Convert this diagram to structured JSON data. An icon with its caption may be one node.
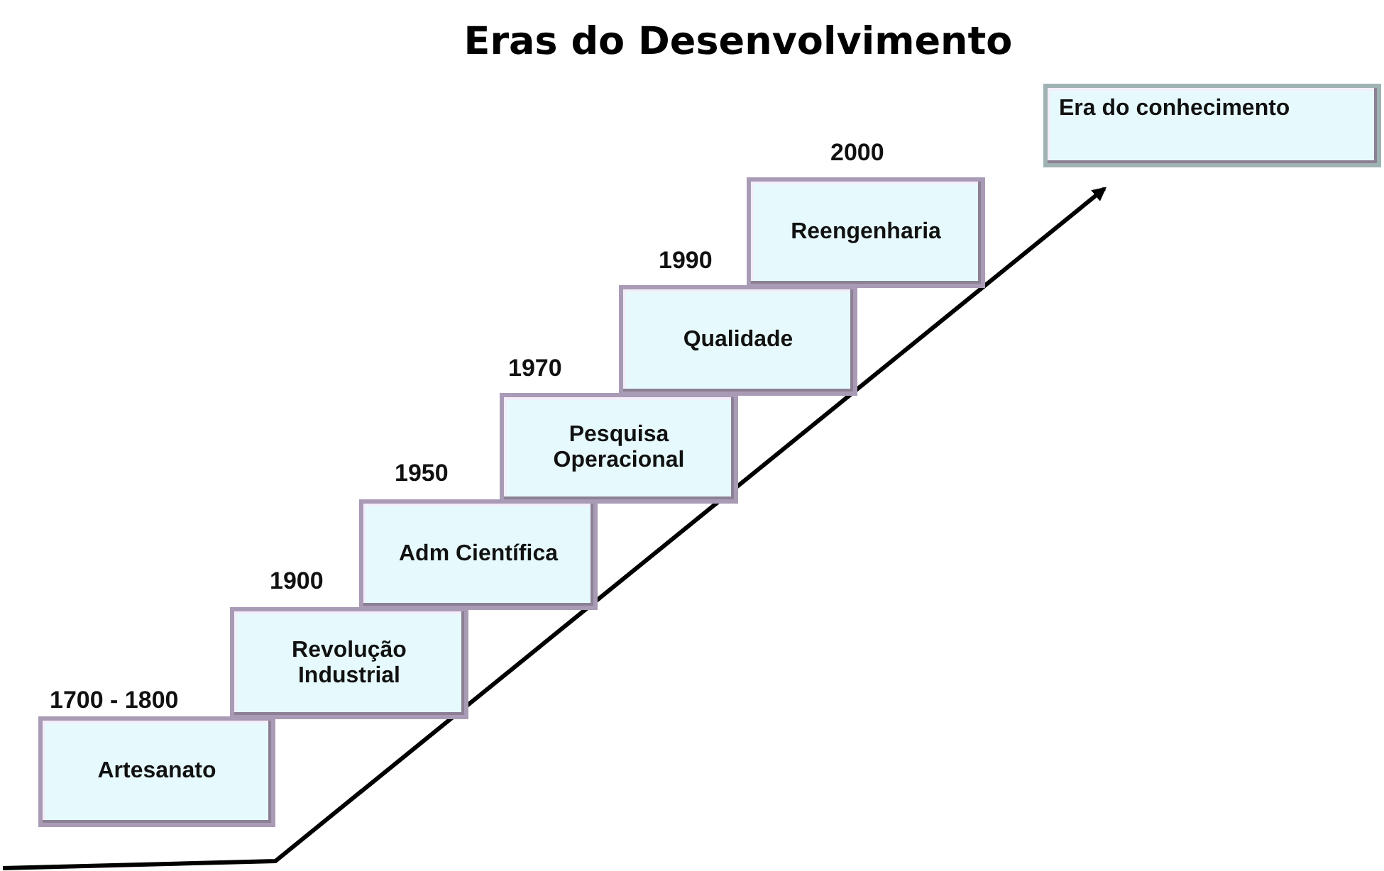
{
  "diagram": {
    "title": "Eras do Desenvolvimento",
    "nodes": [
      {
        "text": [
          "Artesanato"
        ],
        "beside": [
          "1700 - 1800"
        ]
      },
      {
        "text": [
          "Revolução Industrial"
        ],
        "beside": [
          "1900"
        ]
      },
      {
        "text": [
          "Adm Científica"
        ],
        "beside": [
          "1950"
        ]
      },
      {
        "text": [
          "Pesquisa Operacional"
        ],
        "beside": [
          "1970"
        ]
      },
      {
        "text": [
          "Qualidade"
        ],
        "beside": [
          "1990"
        ]
      },
      {
        "text": [
          "Reengenharia"
        ],
        "beside": [
          "2000"
        ]
      },
      {
        "text": [
          "Era do conhecimento"
        ]
      }
    ]
  }
}
